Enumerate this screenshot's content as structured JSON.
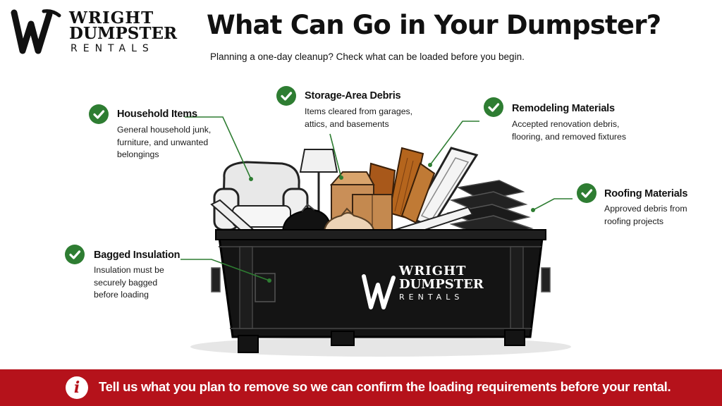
{
  "brand": {
    "line1": "WRIGHT",
    "line2": "DUMPSTER",
    "line3": "RENTALS"
  },
  "header": {
    "title": "What Can Go in Your Dumpster?",
    "subtitle": "Planning a one-day cleanup? Check what can be loaded before you begin."
  },
  "callouts": {
    "household": {
      "title": "Household Items",
      "lines": [
        "General household junk,",
        "furniture, and unwanted",
        "belongings"
      ]
    },
    "storage": {
      "title": "Storage-Area Debris",
      "lines": [
        "Items cleared from garages,",
        "attics, and basements"
      ]
    },
    "remodeling": {
      "title": "Remodeling Materials",
      "lines": [
        "Accepted renovation debris,",
        "flooring, and removed fixtures"
      ]
    },
    "roofing": {
      "title": "Roofing Materials",
      "lines": [
        "Approved debris from",
        "roofing projects"
      ]
    },
    "insulation": {
      "title": "Bagged Insulation",
      "lines": [
        "Insulation must be",
        "securely bagged",
        "before loading"
      ]
    }
  },
  "colors": {
    "check_green": "#2e7d32",
    "leader_green": "#2e7d32",
    "banner_red": "#b5121b",
    "dumpster_black": "#141414"
  },
  "icons": {
    "check": "check-circle-icon",
    "info": "info-icon"
  },
  "banner": {
    "icon_glyph": "i",
    "text": "Tell us what you plan to remove so we can confirm the loading requirements before your rental."
  }
}
